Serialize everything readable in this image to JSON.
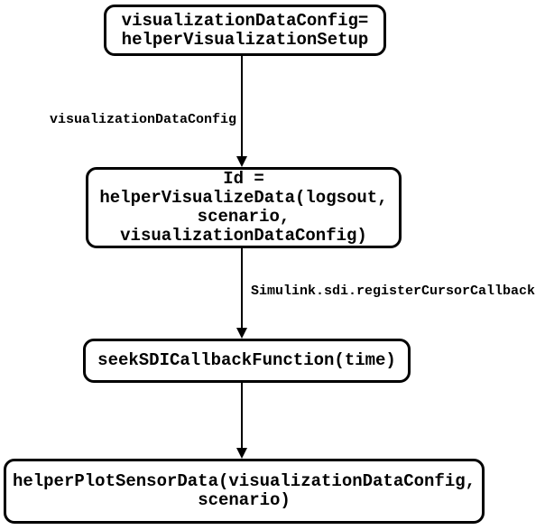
{
  "diagram": {
    "background_color": "#ffffff",
    "stroke_color": "#000000",
    "text_color": "#000000",
    "nodes": [
      {
        "text": "visualizationDataConfig=\nhelperVisualizationSetup"
      },
      {
        "text": "Id =\nhelperVisualizeData(logsout,\nscenario,\nvisualizationDataConfig)"
      },
      {
        "text": "seekSDICallbackFunction(time)"
      },
      {
        "text": "helperPlotSensorData(visualizationDataConfig,\nscenario)"
      }
    ],
    "edges": [
      {
        "label": "visualizationDataConfig"
      },
      {
        "label": "Simulink.sdi.registerCursorCallback"
      },
      {
        "label": ""
      }
    ]
  }
}
